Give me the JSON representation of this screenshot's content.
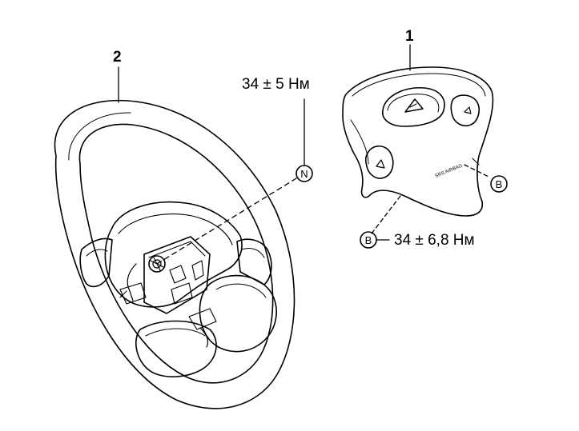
{
  "parts": {
    "airbag_module_number": "1",
    "steering_wheel_number": "2"
  },
  "fasteners": {
    "nut_marker": "N",
    "bolt_marker": "B",
    "nut_torque": "34 ± 5 Нм",
    "bolt_torque": "34 ± 6,8 Нм"
  },
  "airbag_cover_text": "SRS AIRBAG",
  "colors": {
    "line": "#000000",
    "background": "#ffffff"
  }
}
